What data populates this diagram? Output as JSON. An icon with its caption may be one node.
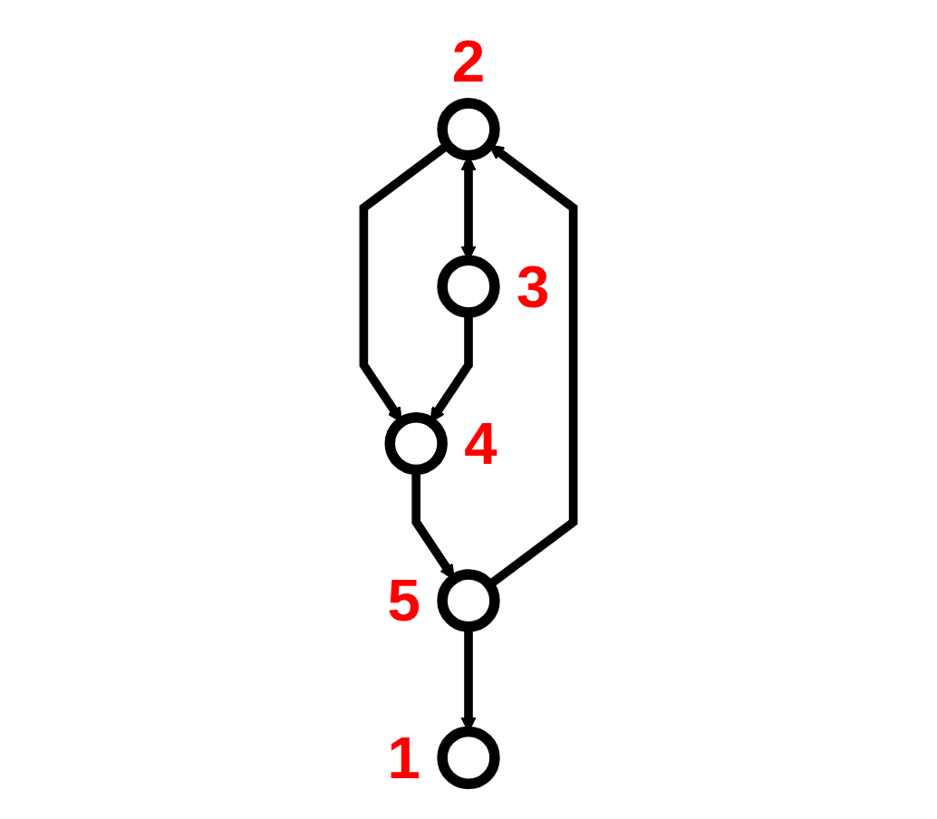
{
  "diagram": {
    "nodes": [
      {
        "text": [],
        "shape": "circle",
        "beside": [
          "1"
        ]
      },
      {
        "text": [],
        "shape": "circle",
        "beside": [
          "2"
        ]
      },
      {
        "text": [],
        "shape": "circle",
        "beside": [
          "3"
        ]
      },
      {
        "text": [],
        "shape": "circle",
        "beside": [
          "4"
        ]
      },
      {
        "text": [],
        "shape": "circle",
        "beside": [
          "5"
        ]
      }
    ],
    "edges": [
      {
        "from": 1,
        "to": 2,
        "arrow": "both"
      },
      {
        "from": 1,
        "to": 3,
        "arrow": "to"
      },
      {
        "from": 2,
        "to": 3,
        "arrow": "to"
      },
      {
        "from": 3,
        "to": 4,
        "arrow": "to"
      },
      {
        "from": 4,
        "to": 1,
        "arrow": "to"
      },
      {
        "from": 4,
        "to": 0,
        "arrow": "to"
      }
    ]
  }
}
